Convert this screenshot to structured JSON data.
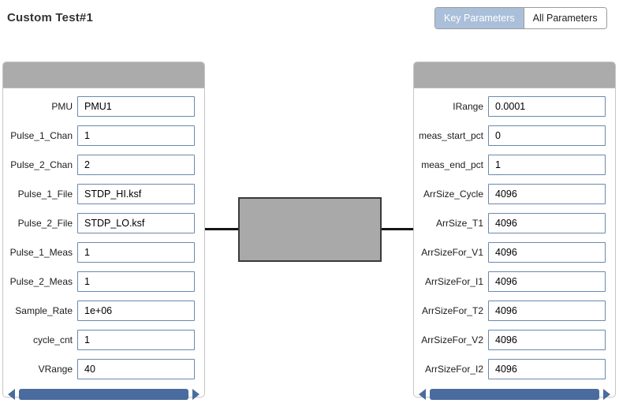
{
  "page": {
    "title": "Custom Test#1"
  },
  "toolbar": {
    "key_parameters_label": "Key Parameters",
    "all_parameters_label": "All Parameters",
    "selected": "Key Parameters"
  },
  "colors": {
    "toggle_selected_bg": "#aabfd9",
    "panel_header": "#ababab",
    "input_border": "#6b89ad",
    "scrollbar": "#4a6b9e",
    "block_fill": "#a9a9a9",
    "block_border": "#3a3a3a"
  },
  "left_panel": {
    "fields": [
      {
        "label": "PMU",
        "value": "PMU1"
      },
      {
        "label": "Pulse_1_Chan",
        "value": "1"
      },
      {
        "label": "Pulse_2_Chan",
        "value": "2"
      },
      {
        "label": "Pulse_1_File",
        "value": "STDP_HI.ksf"
      },
      {
        "label": "Pulse_2_File",
        "value": "STDP_LO.ksf"
      },
      {
        "label": "Pulse_1_Meas",
        "value": "1"
      },
      {
        "label": "Pulse_2_Meas",
        "value": "1"
      },
      {
        "label": "Sample_Rate",
        "value": "1e+06"
      },
      {
        "label": "cycle_cnt",
        "value": "1"
      },
      {
        "label": "VRange",
        "value": "40"
      }
    ]
  },
  "right_panel": {
    "fields": [
      {
        "label": "IRange",
        "value": "0.0001"
      },
      {
        "label": "meas_start_pct",
        "value": "0"
      },
      {
        "label": "meas_end_pct",
        "value": "1"
      },
      {
        "label": "ArrSize_Cycle",
        "value": "4096"
      },
      {
        "label": "ArrSize_T1",
        "value": "4096"
      },
      {
        "label": "ArrSizeFor_V1",
        "value": "4096"
      },
      {
        "label": "ArrSizeFor_I1",
        "value": "4096"
      },
      {
        "label": "ArrSizeFor_T2",
        "value": "4096"
      },
      {
        "label": "ArrSizeFor_V2",
        "value": "4096"
      },
      {
        "label": "ArrSizeFor_I2",
        "value": "4096"
      }
    ]
  }
}
